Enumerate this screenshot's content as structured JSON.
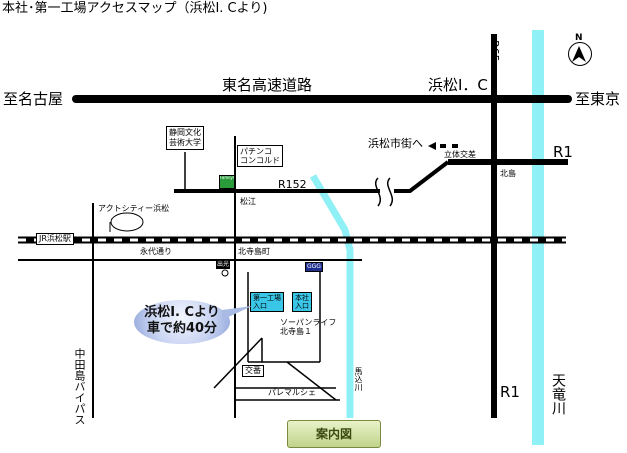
{
  "title": "本社･第一工場アクセスマップ（浜松I. Cより)",
  "compass": {
    "letter": "N",
    "icon": "north-arrow-icon"
  },
  "routes": {
    "route65": "R65",
    "route1_top": "R1",
    "route1_bottom": "R1",
    "route152": "R152"
  },
  "expressway": {
    "name": "東名高速道路",
    "interchange": "浜松I．C",
    "to_west": "至名古屋",
    "to_east": "至東京"
  },
  "places": {
    "culture_univ": "静岡文化\n芸術大学",
    "pachinko": "パチンコ\nコンコルド",
    "family_mart": "FamilyMart",
    "matsue": "松江",
    "to_city": "浜松市街へ",
    "rittai": "立体交差",
    "kitajima": "北島",
    "act_city": "アクトシティー浜松",
    "jr_station": "JR浜松駅",
    "eiyodori": "永代通り",
    "kitaderajima": "北寺島町",
    "oil_co": "出光",
    "ggg": "GGG",
    "daiichi_factory": "第一工場\n入口",
    "honsha": "本社\n入口",
    "supanrain": "ソーパンライフ\n北寺島１",
    "koban": "交番",
    "paremarushe": "パレマルシェ",
    "mumagomegawa": "馬込川",
    "tenryugawa": "天竜川",
    "nakatajima": "中田島バイパス"
  },
  "callout": {
    "line1": "浜松I. Cより",
    "line2": "車で約40分"
  },
  "banner": {
    "label": "案内図"
  },
  "colors": {
    "road": "#000000",
    "river": "#8ff0f6",
    "factory": "#3ac6e6",
    "rail_gray": "#9a9a9a"
  }
}
